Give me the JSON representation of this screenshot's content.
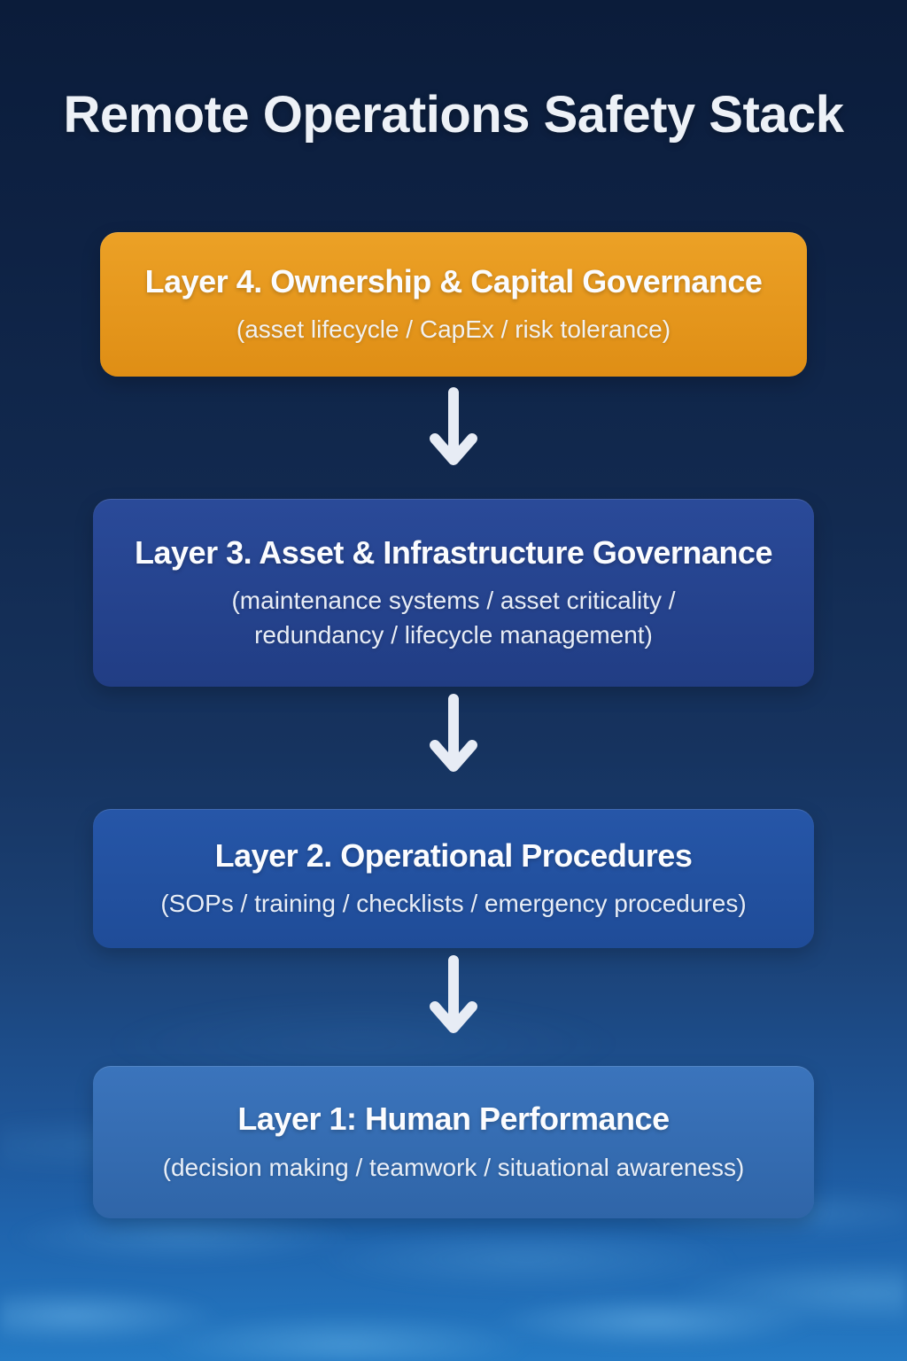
{
  "page": {
    "title": "Remote Operations Safety Stack"
  },
  "background": {
    "top_color": "#0B1C3A",
    "bottom_color": "#2373BF",
    "caustic_highlight": "#7FC3EE"
  },
  "arrow": {
    "direction": "down",
    "color": "#E7ECF5"
  },
  "layers": [
    {
      "name": "layer-4",
      "title": "Layer 4. Ownership & Capital Governance",
      "subtitle": "(asset lifecycle / CapEx / risk tolerance)",
      "bg": {
        "top": "#ECA126",
        "bottom": "#DF8E15"
      }
    },
    {
      "name": "layer-3",
      "title": "Layer 3. Asset & Infrastructure Governance",
      "subtitle": "(maintenance systems / asset criticality /\nredundancy / lifecycle management)",
      "bg": {
        "top": "#2A4A99",
        "bottom": "#213D84"
      }
    },
    {
      "name": "layer-2",
      "title": "Layer 2. Operational Procedures",
      "subtitle": "(SOPs / training / checklists / emergency procedures)",
      "bg": {
        "top": "#2656A8",
        "bottom": "#1F4C98"
      }
    },
    {
      "name": "layer-1",
      "title": "Layer 1: Human Performance",
      "subtitle": "(decision making / teamwork / situational awareness)",
      "bg": {
        "top": "#3B74BC",
        "bottom": "#2F65A8"
      }
    }
  ]
}
